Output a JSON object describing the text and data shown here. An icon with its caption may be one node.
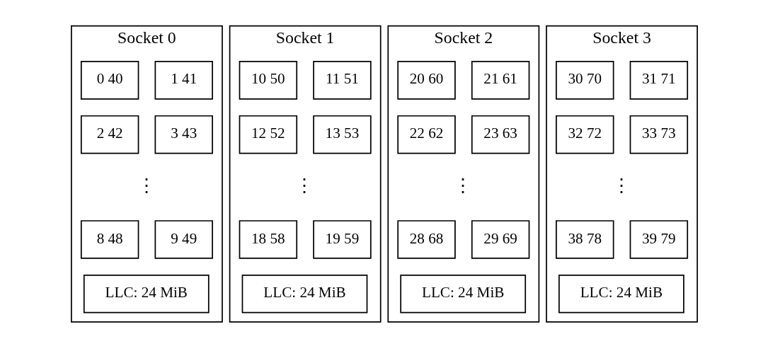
{
  "diagram": {
    "nodes": [
      {
        "text": [
          "Socket 0"
        ]
      },
      {
        "text": [
          "0 40"
        ],
        "in": 0
      },
      {
        "text": [
          "1 41"
        ],
        "in": 0
      },
      {
        "text": [
          "2 42"
        ],
        "in": 0
      },
      {
        "text": [
          "3 43"
        ],
        "in": 0
      },
      {
        "text": [
          "8 48"
        ],
        "in": 0
      },
      {
        "text": [
          "9 49"
        ],
        "in": 0
      },
      {
        "text": [
          "LLC: 24 MiB"
        ],
        "in": 0
      },
      {
        "text": [
          "Socket 1"
        ]
      },
      {
        "text": [
          "10 50"
        ],
        "in": 8
      },
      {
        "text": [
          "11 51"
        ],
        "in": 8
      },
      {
        "text": [
          "12 52"
        ],
        "in": 8
      },
      {
        "text": [
          "13 53"
        ],
        "in": 8
      },
      {
        "text": [
          "18 58"
        ],
        "in": 8
      },
      {
        "text": [
          "19 59"
        ],
        "in": 8
      },
      {
        "text": [
          "LLC: 24 MiB"
        ],
        "in": 8
      },
      {
        "text": [
          "Socket 2"
        ]
      },
      {
        "text": [
          "20 60"
        ],
        "in": 16
      },
      {
        "text": [
          "21 61"
        ],
        "in": 16
      },
      {
        "text": [
          "22 62"
        ],
        "in": 16
      },
      {
        "text": [
          "23 63"
        ],
        "in": 16
      },
      {
        "text": [
          "28 68"
        ],
        "in": 16
      },
      {
        "text": [
          "29 69"
        ],
        "in": 16
      },
      {
        "text": [
          "LLC: 24 MiB"
        ],
        "in": 16
      },
      {
        "text": [
          "Socket 3"
        ]
      },
      {
        "text": [
          "30 70"
        ],
        "in": 24
      },
      {
        "text": [
          "31 71"
        ],
        "in": 24
      },
      {
        "text": [
          "32 72"
        ],
        "in": 24
      },
      {
        "text": [
          "33 73"
        ],
        "in": 24
      },
      {
        "text": [
          "38 78"
        ],
        "in": 24
      },
      {
        "text": [
          "39 79"
        ],
        "in": 24
      },
      {
        "text": [
          "LLC: 24 MiB"
        ],
        "in": 24
      }
    ],
    "edges": [],
    "labels": [
      "⋮",
      "⋮",
      "⋮",
      "⋮"
    ]
  }
}
